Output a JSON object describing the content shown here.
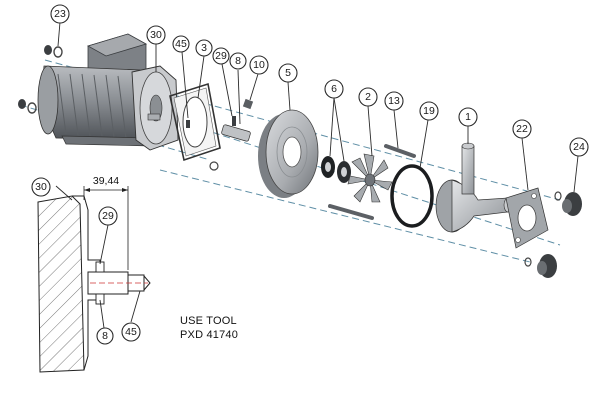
{
  "callouts": {
    "c23": "23",
    "c30": "30",
    "c45": "45",
    "c3": "3",
    "c29": "29",
    "c8": "8",
    "c10": "10",
    "c5": "5",
    "c6": "6",
    "c2": "2",
    "c13": "13",
    "c19": "19",
    "c1": "1",
    "c22": "22",
    "c24": "24"
  },
  "detail": {
    "dimension": "39,44",
    "c30": "30",
    "c29": "29",
    "c8": "8",
    "c45": "45"
  },
  "note": {
    "line1": "USE TOOL",
    "line2": "PXD 41740"
  }
}
